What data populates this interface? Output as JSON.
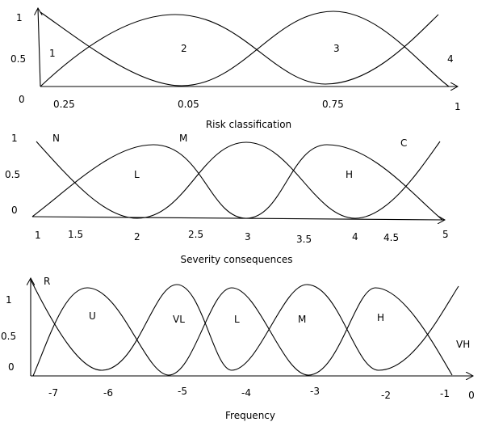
{
  "panels": [
    {
      "title": "Risk classification",
      "y_ticks": [
        "1",
        "0.5",
        "0"
      ],
      "x_ticks": [
        "0.25",
        "0.05",
        "0.75",
        "1"
      ],
      "sets": [
        "1",
        "2",
        "3",
        "4"
      ]
    },
    {
      "title": "Severity  consequences",
      "y_ticks": [
        "1",
        "0.5",
        "0"
      ],
      "x_ticks": [
        "1",
        "1.5",
        "2",
        "2.5",
        "3",
        "3.5",
        "4",
        "4.5",
        "5"
      ],
      "sets": [
        "N",
        "M",
        "C",
        "L",
        "H"
      ]
    },
    {
      "title": "Frequency",
      "y_ticks": [
        "1",
        "0.5",
        "0"
      ],
      "x_ticks": [
        "-7",
        "-6",
        "-5",
        "-4",
        "-3",
        "-2",
        "-1",
        "0"
      ],
      "sets": [
        "R",
        "U",
        "VL",
        "L",
        "M",
        "H",
        "VH"
      ]
    }
  ]
}
